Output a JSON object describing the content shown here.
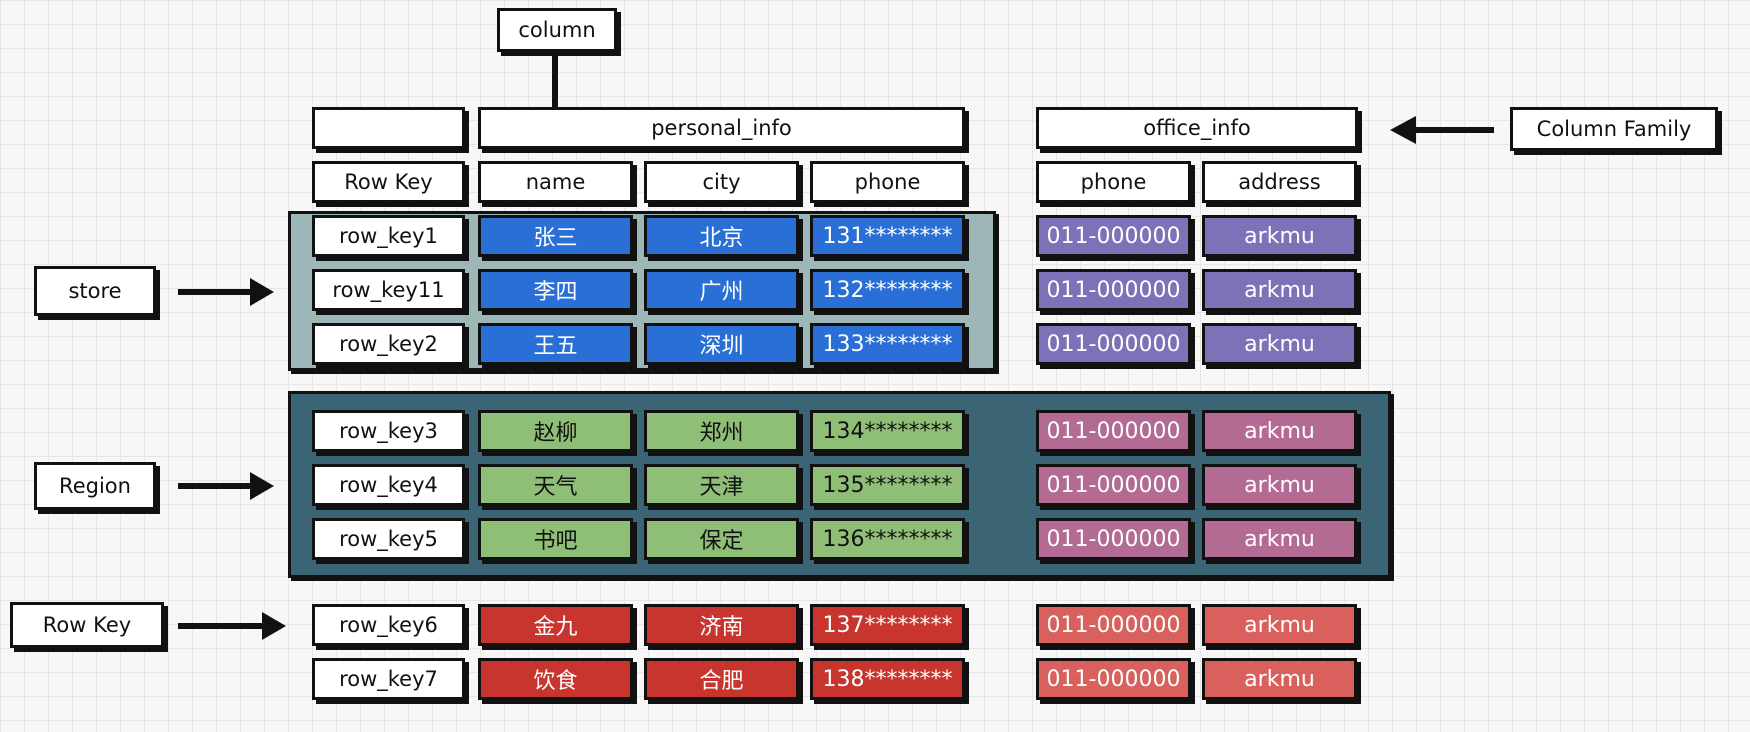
{
  "labels": {
    "column": "column",
    "column_family": "Column Family",
    "store": "store",
    "region": "Region",
    "row_key": "Row Key"
  },
  "families": {
    "personal": "personal_info",
    "office": "office_info"
  },
  "headers": {
    "row_key": "Row Key",
    "name": "name",
    "city": "city",
    "phone": "phone",
    "office_phone": "phone",
    "address": "address"
  },
  "rows": [
    {
      "key": "row_key1",
      "name": "张三",
      "city": "北京",
      "phone": "131********",
      "office_phone": "011-000000",
      "address": "arkmu"
    },
    {
      "key": "row_key11",
      "name": "李四",
      "city": "广州",
      "phone": "132********",
      "office_phone": "011-000000",
      "address": "arkmu"
    },
    {
      "key": "row_key2",
      "name": "王五",
      "city": "深圳",
      "phone": "133********",
      "office_phone": "011-000000",
      "address": "arkmu"
    },
    {
      "key": "row_key3",
      "name": "赵柳",
      "city": "郑州",
      "phone": "134********",
      "office_phone": "011-000000",
      "address": "arkmu"
    },
    {
      "key": "row_key4",
      "name": "天气",
      "city": "天津",
      "phone": "135********",
      "office_phone": "011-000000",
      "address": "arkmu"
    },
    {
      "key": "row_key5",
      "name": "书吧",
      "city": "保定",
      "phone": "136********",
      "office_phone": "011-000000",
      "address": "arkmu"
    },
    {
      "key": "row_key6",
      "name": "金九",
      "city": "济南",
      "phone": "137********",
      "office_phone": "011-000000",
      "address": "arkmu"
    },
    {
      "key": "row_key7",
      "name": "饮食",
      "city": "合肥",
      "phone": "138********",
      "office_phone": "011-000000",
      "address": "arkmu"
    }
  ],
  "colors": {
    "blue": "#2a6fd6",
    "purple": "#7b72b8",
    "green": "#8fbf76",
    "pink": "#b36b93",
    "red": "#c7352e",
    "salmon": "#d9605c",
    "store_bg": "#9db7b9",
    "region_bg": "#3b6474"
  }
}
